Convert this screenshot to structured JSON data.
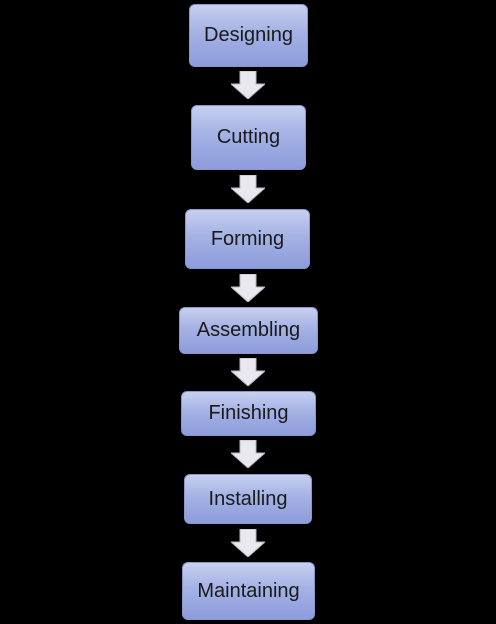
{
  "steps": [
    {
      "label": "Designing"
    },
    {
      "label": "Cutting"
    },
    {
      "label": "Forming"
    },
    {
      "label": "Assembling"
    },
    {
      "label": "Finishing"
    },
    {
      "label": "Installing"
    },
    {
      "label": "Maintaining"
    }
  ],
  "colors": {
    "background": "#000000",
    "box_top": "#c7d0f0",
    "box_bottom": "#8d9cdc",
    "arrow": "#e8e8ee"
  },
  "arrow_icon": "down-arrow-icon"
}
